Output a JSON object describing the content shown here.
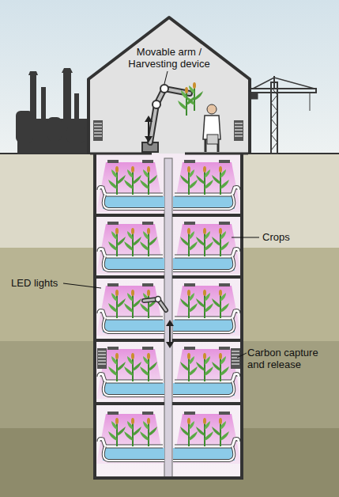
{
  "diagram": {
    "labels": [
      "Movable arm / Harvesting device",
      "Crops",
      "LED lights",
      "Carbon capture and release"
    ]
  }
}
